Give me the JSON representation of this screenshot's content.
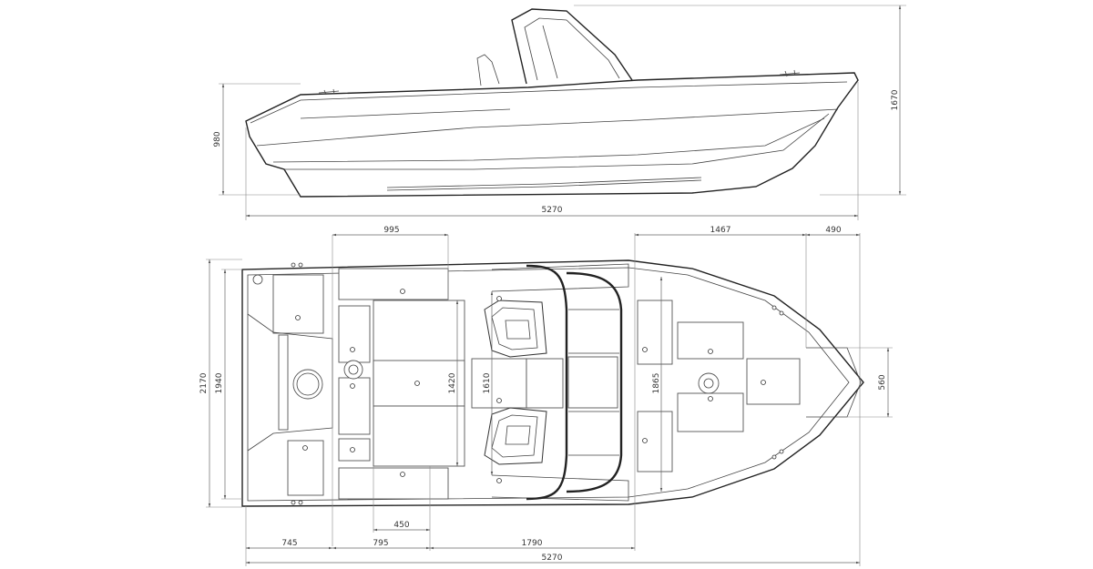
{
  "side_view": {
    "overall_length": "5270",
    "hull_height": "980",
    "total_height": "1670"
  },
  "plan_view": {
    "cockpit_length": "995",
    "console_to_bow": "1467",
    "bow_section": "490",
    "overall_width": "2170",
    "beam": "1940",
    "seat_width": "1420",
    "console_width": "1610",
    "deck_width": "1865",
    "bow_hatch": "560",
    "transom_depth": "745",
    "aft_bench": "795",
    "midship": "1790",
    "seat_base": "450",
    "overall_length": "5270"
  }
}
